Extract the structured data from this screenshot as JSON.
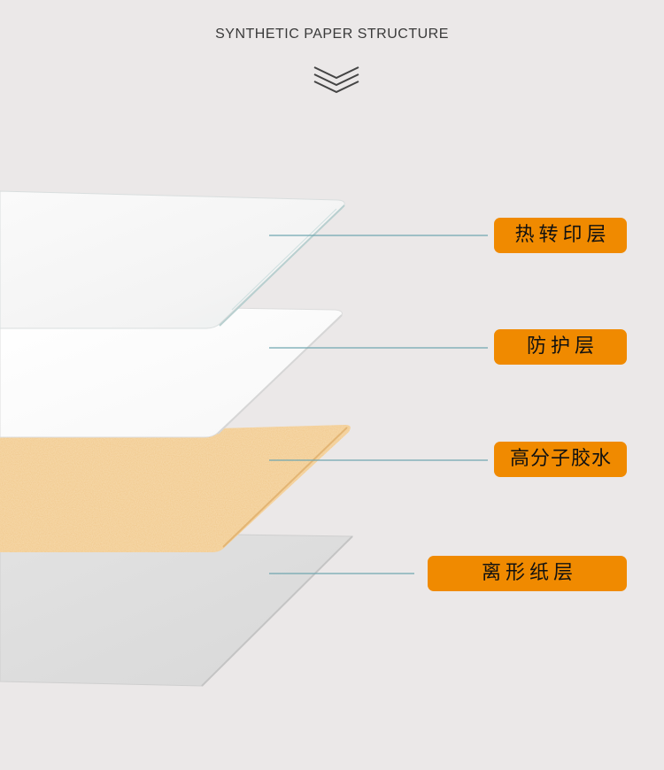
{
  "header": {
    "title": "SYNTHETIC PAPER STRUCTURE"
  },
  "colors": {
    "background": "#ebe8e8",
    "label_background": "#f08a00",
    "leader_line": "#6fa6b0",
    "glue_layer": "#f1c889"
  },
  "layers": [
    {
      "label": "热转印层"
    },
    {
      "label": "防护层"
    },
    {
      "label": "高分子胶水"
    },
    {
      "label": "离形纸层"
    }
  ]
}
